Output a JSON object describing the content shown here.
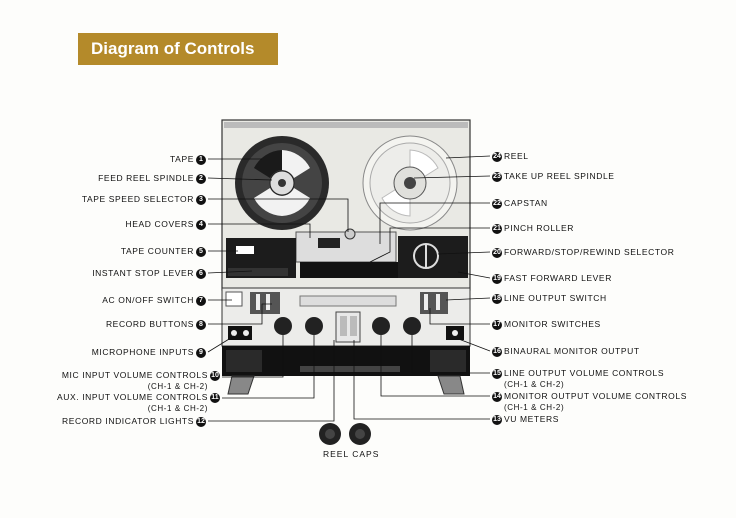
{
  "title": "Diagram of Controls",
  "reel_caps_label": "REEL CAPS",
  "callouts": [
    {
      "n": "1",
      "text": "TAPE"
    },
    {
      "n": "2",
      "text": "FEED REEL SPINDLE"
    },
    {
      "n": "3",
      "text": "TAPE SPEED SELECTOR"
    },
    {
      "n": "4",
      "text": "HEAD COVERS"
    },
    {
      "n": "5",
      "text": "TAPE COUNTER"
    },
    {
      "n": "6",
      "text": "INSTANT STOP LEVER"
    },
    {
      "n": "7",
      "text": "AC ON/OFF SWITCH"
    },
    {
      "n": "8",
      "text": "RECORD BUTTONS"
    },
    {
      "n": "9",
      "text": "MICROPHONE INPUTS"
    },
    {
      "n": "10",
      "text": "MIC INPUT VOLUME CONTROLS",
      "sub": "(CH-1 & CH-2)"
    },
    {
      "n": "11",
      "text": "AUX. INPUT VOLUME CONTROLS",
      "sub": "(CH-1 & CH-2)"
    },
    {
      "n": "12",
      "text": "RECORD INDICATOR LIGHTS"
    },
    {
      "n": "13",
      "text": "VU METERS"
    },
    {
      "n": "14",
      "text": "MONITOR OUTPUT VOLUME CONTROLS",
      "sub": "(CH-1 & CH-2)"
    },
    {
      "n": "15",
      "text": "LINE OUTPUT VOLUME CONTROLS",
      "sub": "(CH-1 & CH-2)"
    },
    {
      "n": "16",
      "text": "BINAURAL MONITOR OUTPUT"
    },
    {
      "n": "17",
      "text": "MONITOR SWITCHES"
    },
    {
      "n": "18",
      "text": "LINE OUTPUT SWITCH"
    },
    {
      "n": "19",
      "text": "FAST FORWARD LEVER"
    },
    {
      "n": "20",
      "text": "FORWARD/STOP/REWIND SELECTOR"
    },
    {
      "n": "21",
      "text": "PINCH ROLLER"
    },
    {
      "n": "22",
      "text": "CAPSTAN"
    },
    {
      "n": "23",
      "text": "TAKE UP REEL SPINDLE"
    },
    {
      "n": "24",
      "text": "REEL"
    }
  ]
}
